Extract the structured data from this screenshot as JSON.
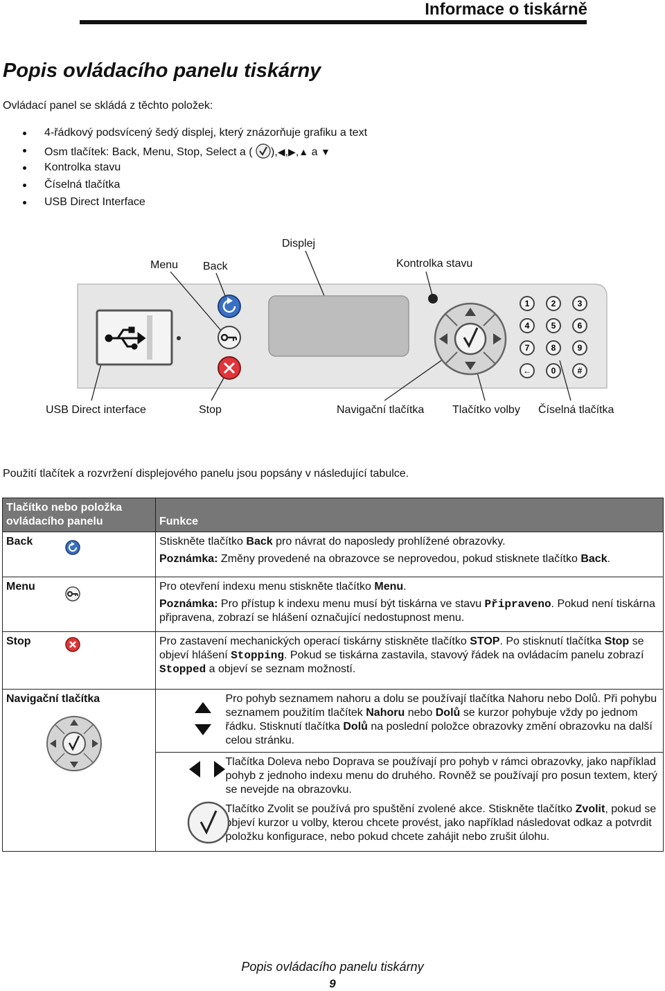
{
  "header": {
    "title": "Informace o tiskárně"
  },
  "section": {
    "title": "Popis ovládacího panelu tiskárny"
  },
  "intro": "Ovládací panel se skládá z těchto položek:",
  "bullets": {
    "b1": "4-řádkový podsvícený šedý displej, který znázorňuje grafiku a text",
    "b2_pre": "Osm tlačítek: Back, Menu, Stop, Select a (",
    "b2_post": "),",
    "b2_sep1": ",",
    "b2_sep2": ",",
    "b2_and": "a",
    "b3": "Kontrolka stavu",
    "b4": "Číselná tlačítka",
    "b5": "USB Direct Interface"
  },
  "diagram": {
    "callouts": {
      "displej": "Displej",
      "menu": "Menu",
      "back": "Back",
      "kontrolka": "Kontrolka stavu",
      "usb": "USB Direct interface",
      "stop": "Stop",
      "navigacni": "Navigační tlačítka",
      "volby": "Tlačítko volby",
      "ciselna": "Číselná tlačítka"
    },
    "keypad": [
      "1",
      "2",
      "3",
      "4",
      "5",
      "6",
      "7",
      "8",
      "9",
      "←",
      "0",
      "#"
    ]
  },
  "after_diagram": "Použití tlačítek a rozvržení displejového panelu jsou popsány v následující tabulce.",
  "table": {
    "head_item": "Tlačítko nebo položka ovládacího panelu",
    "head_func": "Funkce",
    "back": {
      "label": "Back",
      "f1_a": "Stiskněte tlačítko ",
      "f1_b": "Back",
      "f1_c": " pro návrat do naposledy prohlížené obrazovky.",
      "note_label": "Poznámka:",
      "note_a": " Změny provedené na obrazovce se neprovedou, pokud stisknete tlačítko ",
      "note_b": "Back",
      "note_c": "."
    },
    "menu": {
      "label": "Menu",
      "f1_a": "Pro otevření indexu menu stiskněte tlačítko ",
      "f1_b": "Menu",
      "f1_c": ".",
      "note_label": "Poznámka:",
      "note_a": " Pro přístup k indexu menu musí být tiskárna ve stavu ",
      "note_mono": "Připraveno",
      "note_b": ". Pokud není tiskárna připravena, zobrazí se hlášení označující nedostupnost menu."
    },
    "stop": {
      "label": "Stop",
      "a": "Pro zastavení mechanických operací tiskárny stiskněte tlačítko ",
      "b": "STOP",
      "c": ". Po stisknutí tlačítka ",
      "d": "Stop",
      "e": " se objeví hlášení ",
      "f": "Stopping",
      "g": ". Pokud se tiskárna zastavila, stavový řádek na ovládacím panelu zobrazí ",
      "h": "Stopped",
      "i": " a objeví se seznam možností."
    },
    "nav": {
      "label": "Navigační tlačítka",
      "r1_a": "Pro pohyb seznamem nahoru a dolu se používají tlačítka Nahoru nebo Dolů. Při pohybu seznamem použitím tlačítek ",
      "r1_b": "Nahoru",
      "r1_c": " nebo ",
      "r1_d": "Dolů",
      "r1_e": " se kurzor pohybuje vždy po jednom řádku. Stisknutí tlačítka ",
      "r1_f": "Dolů",
      "r1_g": " na poslední položce obrazovky změní obrazovku na další celou stránku.",
      "r2": "Tlačítka Doleva nebo Doprava se používají pro pohyb v rámci obrazovky, jako například pohyb z jednoho indexu menu do druhého.  Rovněž se používají pro posun textem, který se nevejde na obrazovku.",
      "r3_a": "Tlačítko Zvolit se používá pro spuštění zvolené akce. Stiskněte tlačítko ",
      "r3_b": "Zvolit",
      "r3_c": ", pokud se objeví kurzor u volby, kterou chcete provést, jako například následovat odkaz a potvrdit položku konfigurace, nebo pokud chcete zahájit nebo zrušit úlohu."
    }
  },
  "footer": {
    "title": "Popis ovládacího panelu tiskárny",
    "page": "9"
  }
}
